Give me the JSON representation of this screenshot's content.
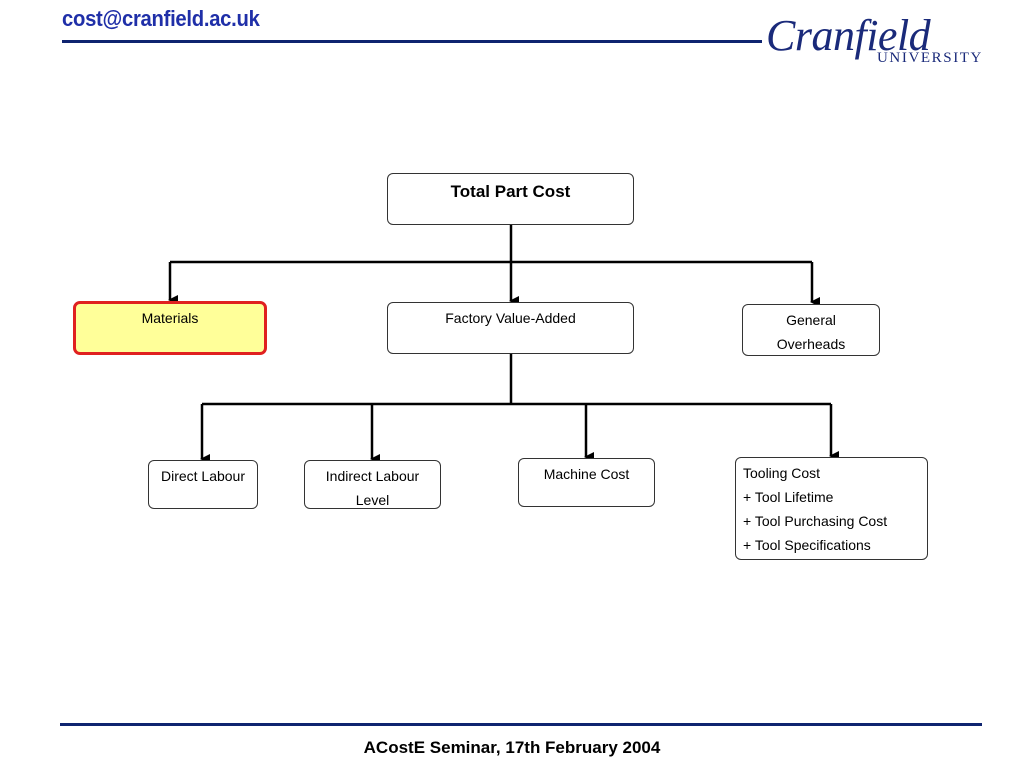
{
  "header": {
    "email": "cost@cranfield.ac.uk",
    "logo_word": "Cranfield",
    "logo_sub": "UNIVERSITY"
  },
  "diagram": {
    "root": {
      "label": "Total Part Cost"
    },
    "level1": [
      {
        "label": "Materials"
      },
      {
        "label": "Factory Value-Added"
      },
      {
        "lines": [
          "General",
          "Overheads"
        ]
      }
    ],
    "level2": [
      {
        "label": "Direct Labour"
      },
      {
        "lines": [
          "Indirect Labour",
          "Level"
        ]
      },
      {
        "label": "Machine Cost"
      },
      {
        "lines": [
          "Tooling Cost",
          "+ Tool Lifetime",
          "+ Tool Purchasing Cost",
          "+ Tool Specifications"
        ]
      }
    ]
  },
  "colors": {
    "highlight_fill": "#ffff99",
    "highlight_border": "#e02020",
    "brand_blue": "#1f2fa8"
  },
  "footer": {
    "text": "ACostE Seminar, 17th February 2004"
  }
}
